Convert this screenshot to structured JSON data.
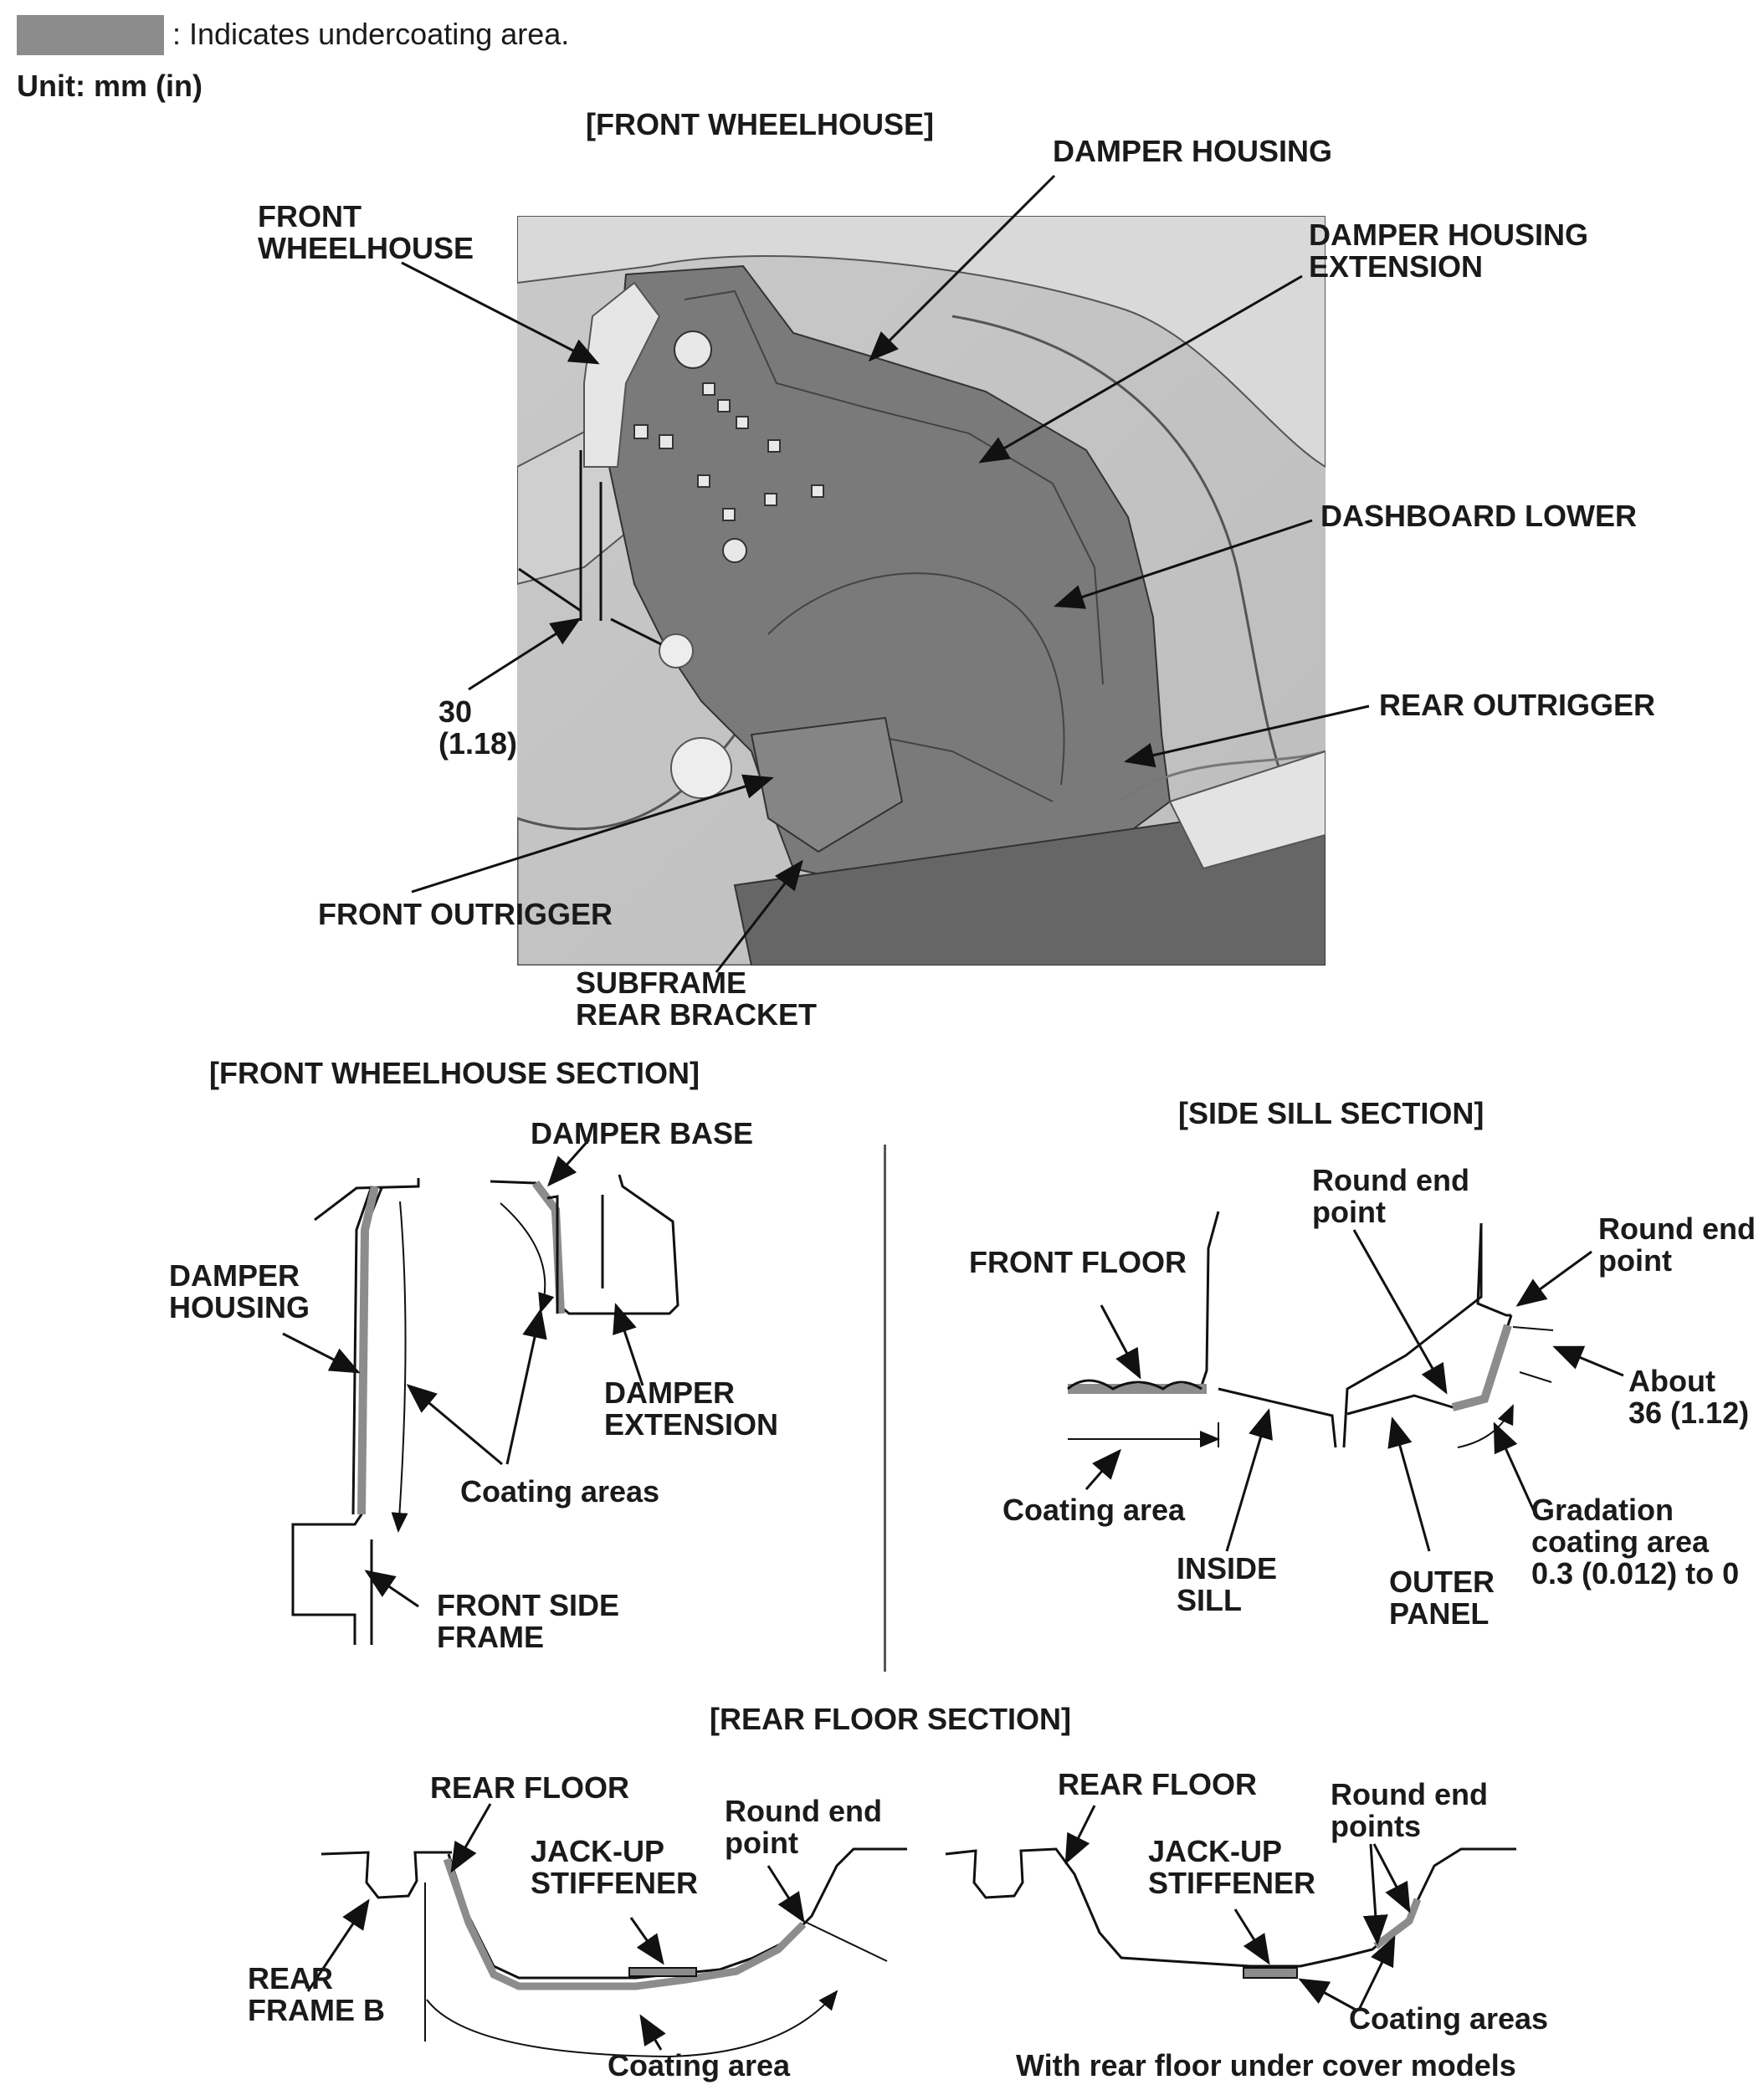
{
  "legend": {
    "text": ": Indicates undercoating area.",
    "swatch_color": "#8c8c8c"
  },
  "unit": "Unit: mm (in)",
  "front_wheelhouse": {
    "title": "[FRONT WHEELHOUSE]",
    "labels": {
      "damper_housing": "DAMPER HOUSING",
      "front_wheelhouse": "FRONT\nWHEELHOUSE",
      "damper_housing_extension": "DAMPER HOUSING\nEXTENSION",
      "dashboard_lower": "DASHBOARD LOWER",
      "rear_outrigger": "REAR OUTRIGGER",
      "dimension": "30\n(1.18)",
      "front_outrigger": "FRONT OUTRIGGER",
      "subframe_rear_bracket": "SUBFRAME\nREAR BRACKET"
    }
  },
  "front_wheelhouse_section": {
    "title": "[FRONT WHEELHOUSE SECTION]",
    "labels": {
      "damper_base": "DAMPER BASE",
      "damper_housing": "DAMPER\nHOUSING",
      "damper_extension": "DAMPER\nEXTENSION",
      "coating_areas": "Coating areas",
      "front_side_frame": "FRONT SIDE\nFRAME"
    }
  },
  "side_sill_section": {
    "title": "[SIDE SILL SECTION]",
    "labels": {
      "round_end_point_1": "Round end\npoint",
      "round_end_point_2": "Round end\npoint",
      "front_floor": "FRONT FLOOR",
      "about": "About\n36 (1.12)",
      "coating_area": "Coating area",
      "inside_sill": "INSIDE\nSILL",
      "outer_panel": "OUTER\nPANEL",
      "gradation": "Gradation\ncoating area\n0.3 (0.012) to 0"
    }
  },
  "rear_floor_section": {
    "title": "[REAR FLOOR SECTION]",
    "left": {
      "rear_floor": "REAR FLOOR",
      "round_end_point": "Round end\npoint",
      "jack_up_stiffener": "JACK-UP\nSTIFFENER",
      "rear_frame_b": "REAR\nFRAME B",
      "coating_area": "Coating area"
    },
    "right": {
      "rear_floor": "REAR FLOOR",
      "round_end_points": "Round end\npoints",
      "jack_up_stiffener": "JACK-UP\nSTIFFENER",
      "coating_areas": "Coating areas",
      "caption": "With rear floor under cover models"
    }
  }
}
